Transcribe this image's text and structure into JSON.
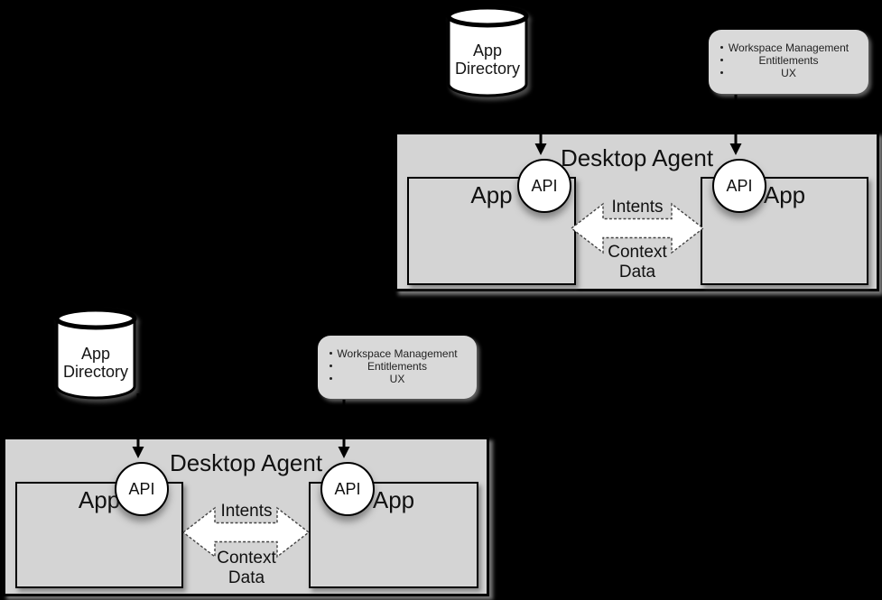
{
  "colors": {
    "background": "#000000",
    "desktop_agent_fill": "#d4d4d4",
    "app_fill": "#d4d4d4",
    "capabilities_fill": "#d9d9d9",
    "shape_fill": "#ffffff",
    "line": "#000000"
  },
  "diagrams": [
    {
      "position": "top-right",
      "app_directory": {
        "label": "App\nDirectory"
      },
      "capabilities": {
        "items": [
          "Workspace Management",
          "Entitlements",
          "UX"
        ]
      },
      "desktop_agent": {
        "title": "Desktop Agent",
        "apps": [
          {
            "label": "App",
            "api_label": "API"
          },
          {
            "label": "App",
            "api_label": "API"
          }
        ],
        "channel": {
          "intents_label": "Intents",
          "context_label": "Context\nData"
        }
      }
    },
    {
      "position": "bottom-left",
      "app_directory": {
        "label": "App\nDirectory"
      },
      "capabilities": {
        "items": [
          "Workspace Management",
          "Entitlements",
          "UX"
        ]
      },
      "desktop_agent": {
        "title": "Desktop Agent",
        "apps": [
          {
            "label": "App",
            "api_label": "API"
          },
          {
            "label": "App",
            "api_label": "API"
          }
        ],
        "channel": {
          "intents_label": "Intents",
          "context_label": "Context\nData"
        }
      }
    }
  ]
}
